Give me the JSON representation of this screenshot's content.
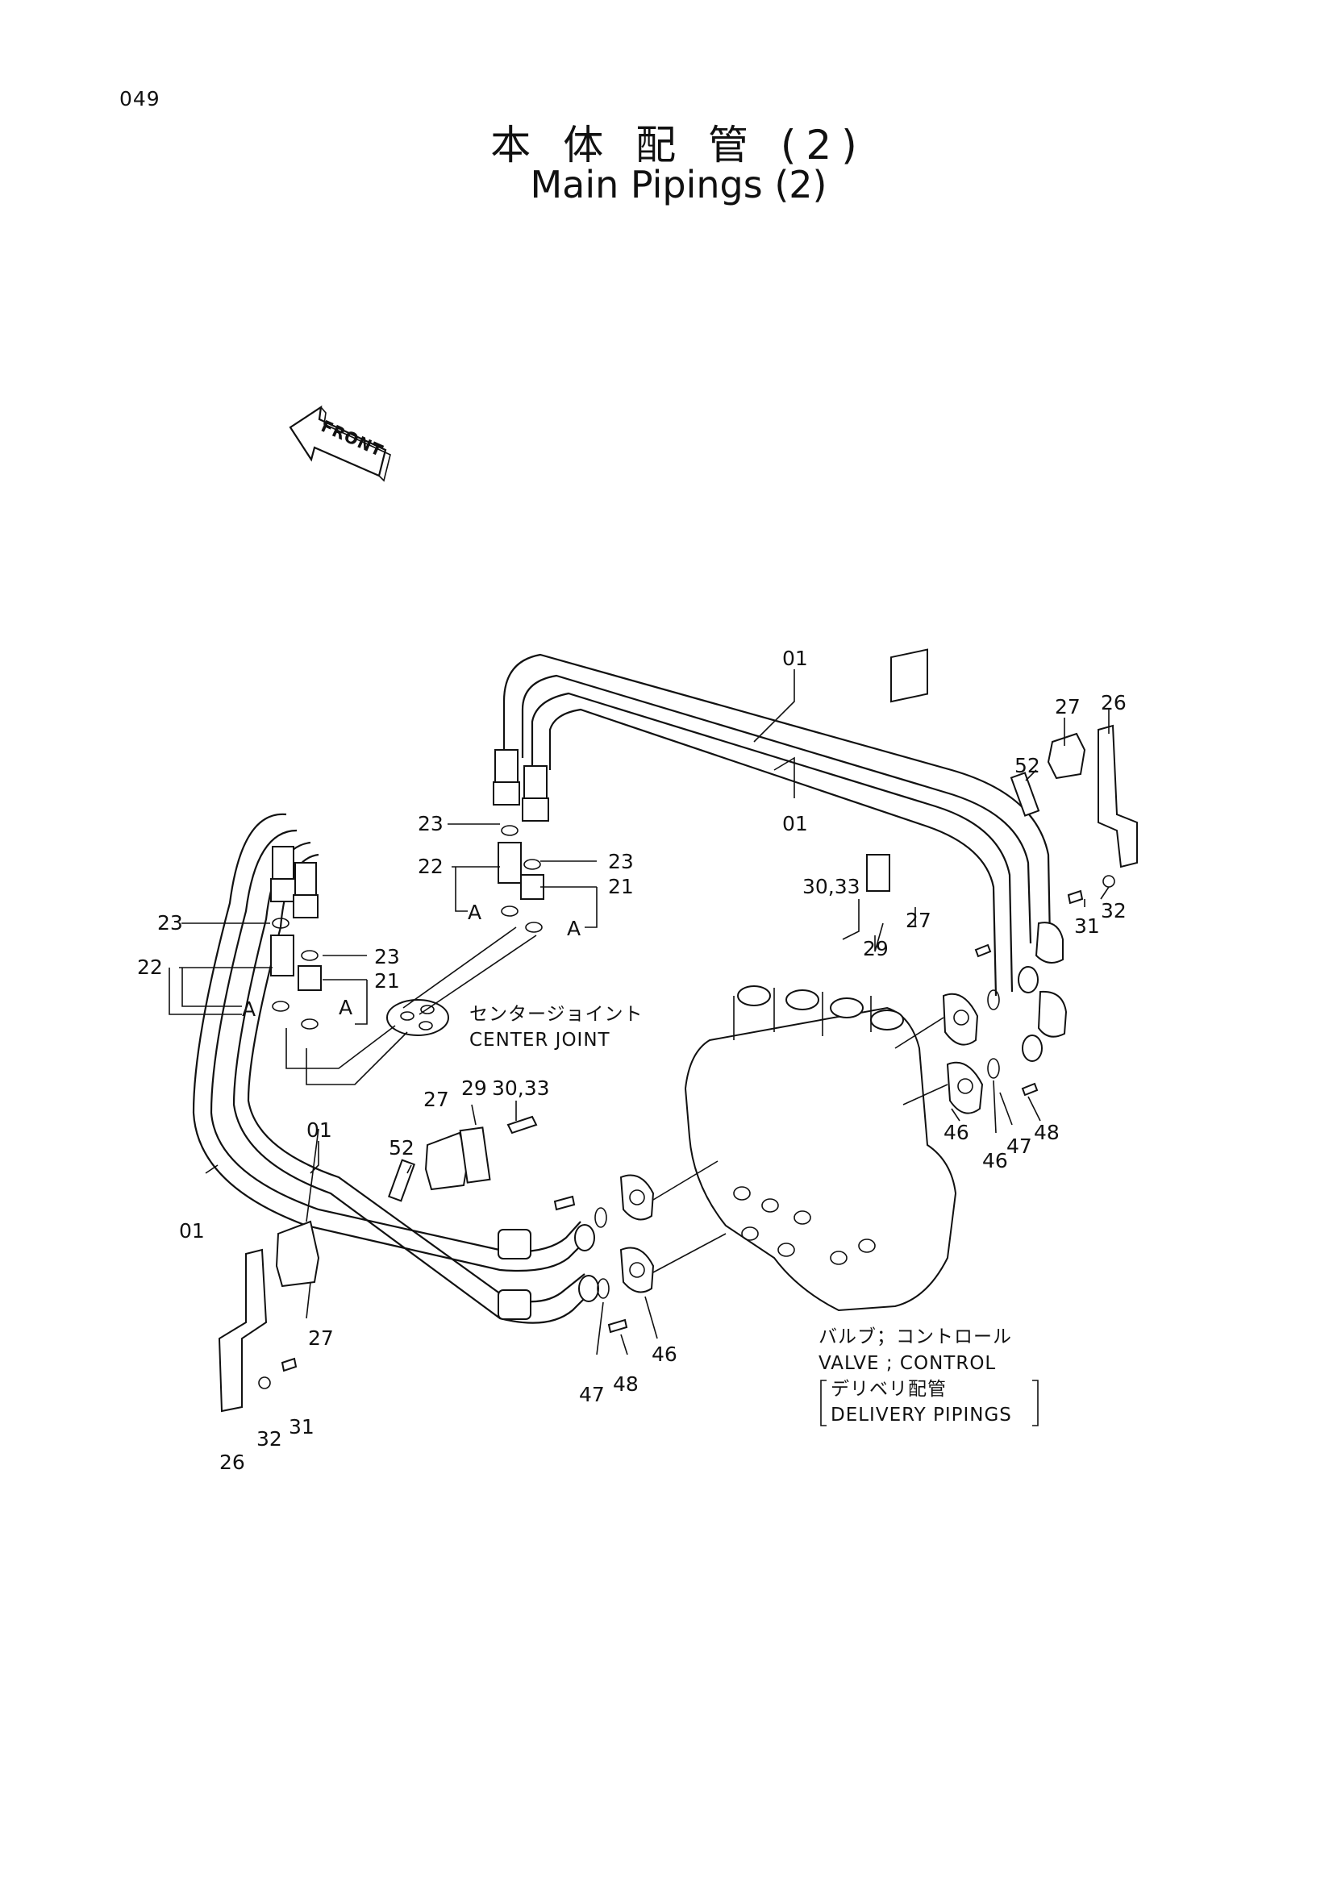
{
  "page": {
    "number": "049"
  },
  "title": {
    "japanese": "本 体 配 管 (2)",
    "english": "Main Pipings (2)"
  },
  "front_marker": {
    "label": "FRONT",
    "icon": "front-arrow-icon"
  },
  "callouts": {
    "c01a": "01",
    "c01b": "01",
    "c01c": "01",
    "c01d": "01",
    "c27a": "27",
    "c26a": "26",
    "c52a": "52",
    "c3033a": "30,33",
    "c29a": "29",
    "c27b": "27",
    "c31a": "31",
    "c32a": "32",
    "c23a": "23",
    "c22a": "22",
    "c23b": "23",
    "c21a": "21",
    "c23c": "23",
    "c22b": "22",
    "c23d": "23",
    "c21b": "21",
    "cAa": "A",
    "cAb": "A",
    "cAc": "A",
    "cAd": "A",
    "c27c": "27",
    "c29b": "29",
    "c3033b": "30,33",
    "c52b": "52",
    "c27d": "27",
    "c26b": "26",
    "c32b": "32",
    "c31b": "31",
    "c46a": "46",
    "c46b": "46",
    "c47a": "47",
    "c48a": "48",
    "c46c": "46",
    "c47b": "47",
    "c48b": "48"
  },
  "labels": {
    "center_joint_jp": "センタージョイント",
    "center_joint_en": "CENTER JOINT",
    "valve_jp": "バルブ；コントロール",
    "valve_en": "VALVE ; CONTROL",
    "delivery_jp": "デリベリ配管",
    "delivery_en": "DELIVERY PIPINGS"
  }
}
